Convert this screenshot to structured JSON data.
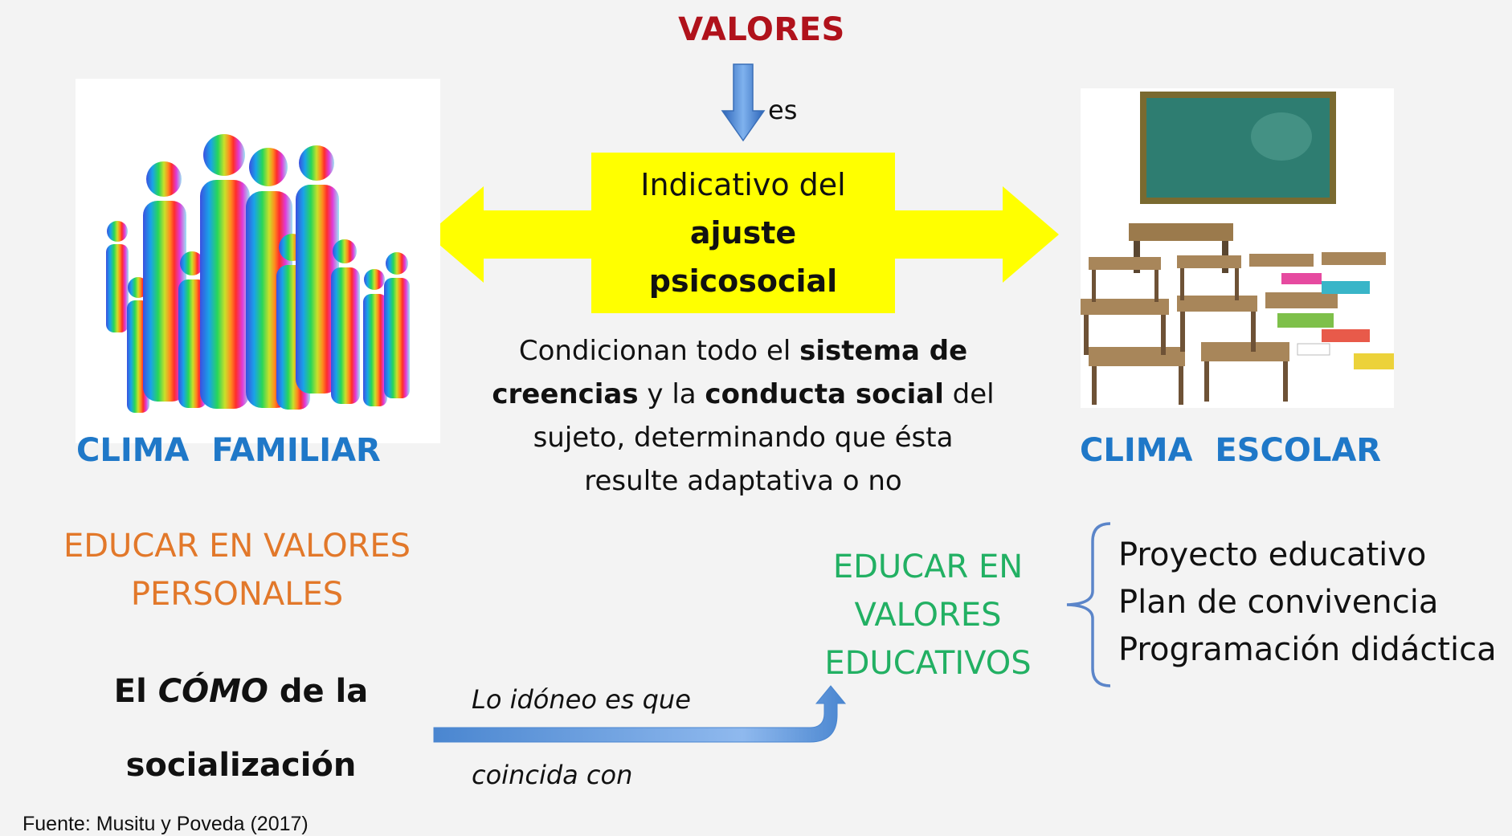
{
  "top": {
    "valores": "VALORES",
    "es": "es"
  },
  "center_box": {
    "line1": "Indicativo del",
    "line2": "ajuste",
    "line3": "psicosocial"
  },
  "center_paragraph": {
    "p1": "Condicionan todo el ",
    "b1": "sistema de creencias",
    "p2": " y la ",
    "b2": "conducta social",
    "p3": " del sujeto, determinando que ésta resulte adaptativa o no"
  },
  "left": {
    "heading": "CLIMA  FAMILIAR",
    "educar": "EDUCAR EN VALORES PERSONALES",
    "el": "El ",
    "como": "CÓMO",
    "dela": " de la",
    "socializacion": "socialización"
  },
  "right": {
    "heading": "CLIMA  ESCOLAR",
    "educar": "EDUCAR EN VALORES EDUCATIVOS",
    "list": [
      "Proyecto educativo",
      "Plan de convivencia",
      "Programación didáctica"
    ]
  },
  "connector": {
    "line1": "Lo idóneo es que",
    "line2": "coincida con"
  },
  "source": "Fuente: Musitu y Poveda (2017)",
  "colors": {
    "valores": "#b0121b",
    "blue_heading": "#1f78c8",
    "orange": "#e2782a",
    "green": "#22b063",
    "yellow_box": "#ffff00",
    "arrow_yellow": "#ffff00",
    "arrow_blue": "#4a86d0"
  },
  "icons": [
    "family-illustration",
    "classroom-illustration",
    "down-arrow-icon",
    "double-arrow-icon",
    "curly-brace-icon",
    "curved-arrow-icon"
  ]
}
